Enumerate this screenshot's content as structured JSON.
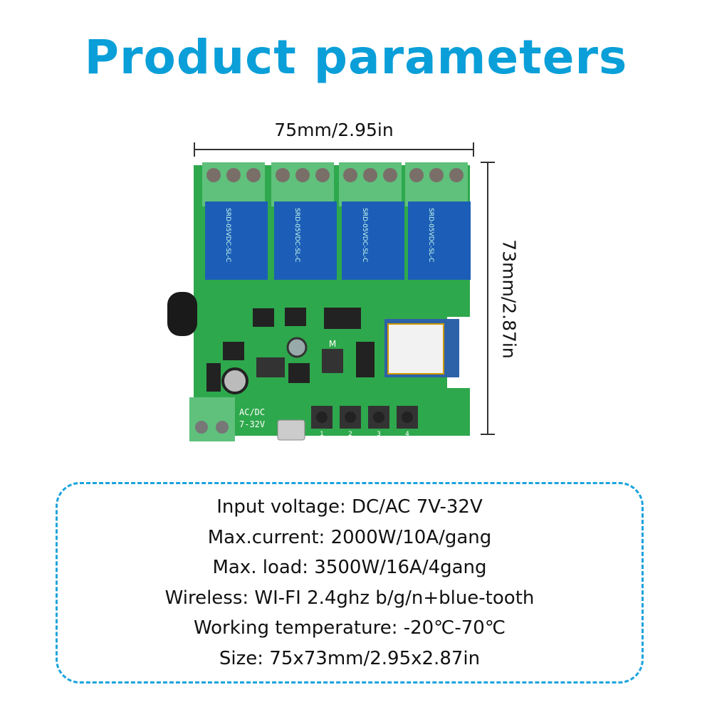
{
  "title": "Product parameters",
  "dimensions": {
    "width_label": "75mm/2.95in",
    "height_label": "73mm/2.87in"
  },
  "board": {
    "relay_model": "SRD-05VDC-SL-C",
    "power_label_1": "AC/DC",
    "power_label_2": "7-32V",
    "mode_button_label": "M",
    "button_labels": [
      "1",
      "2",
      "3",
      "4"
    ],
    "colors": {
      "pcb": "#2ea84c",
      "terminal": "#5fc17c",
      "relay": "#1c5eb7",
      "accent": "#0a9fd8"
    }
  },
  "specs": [
    "Input voltage: DC/AC 7V-32V",
    "Max.current: 2000W/10A/gang",
    "Max. load: 3500W/16A/4gang",
    "Wireless: WI-FI 2.4ghz b/g/n+blue-tooth",
    "Working temperature: -20℃-70℃",
    "Size: 75x73mm/2.95x2.87in"
  ]
}
